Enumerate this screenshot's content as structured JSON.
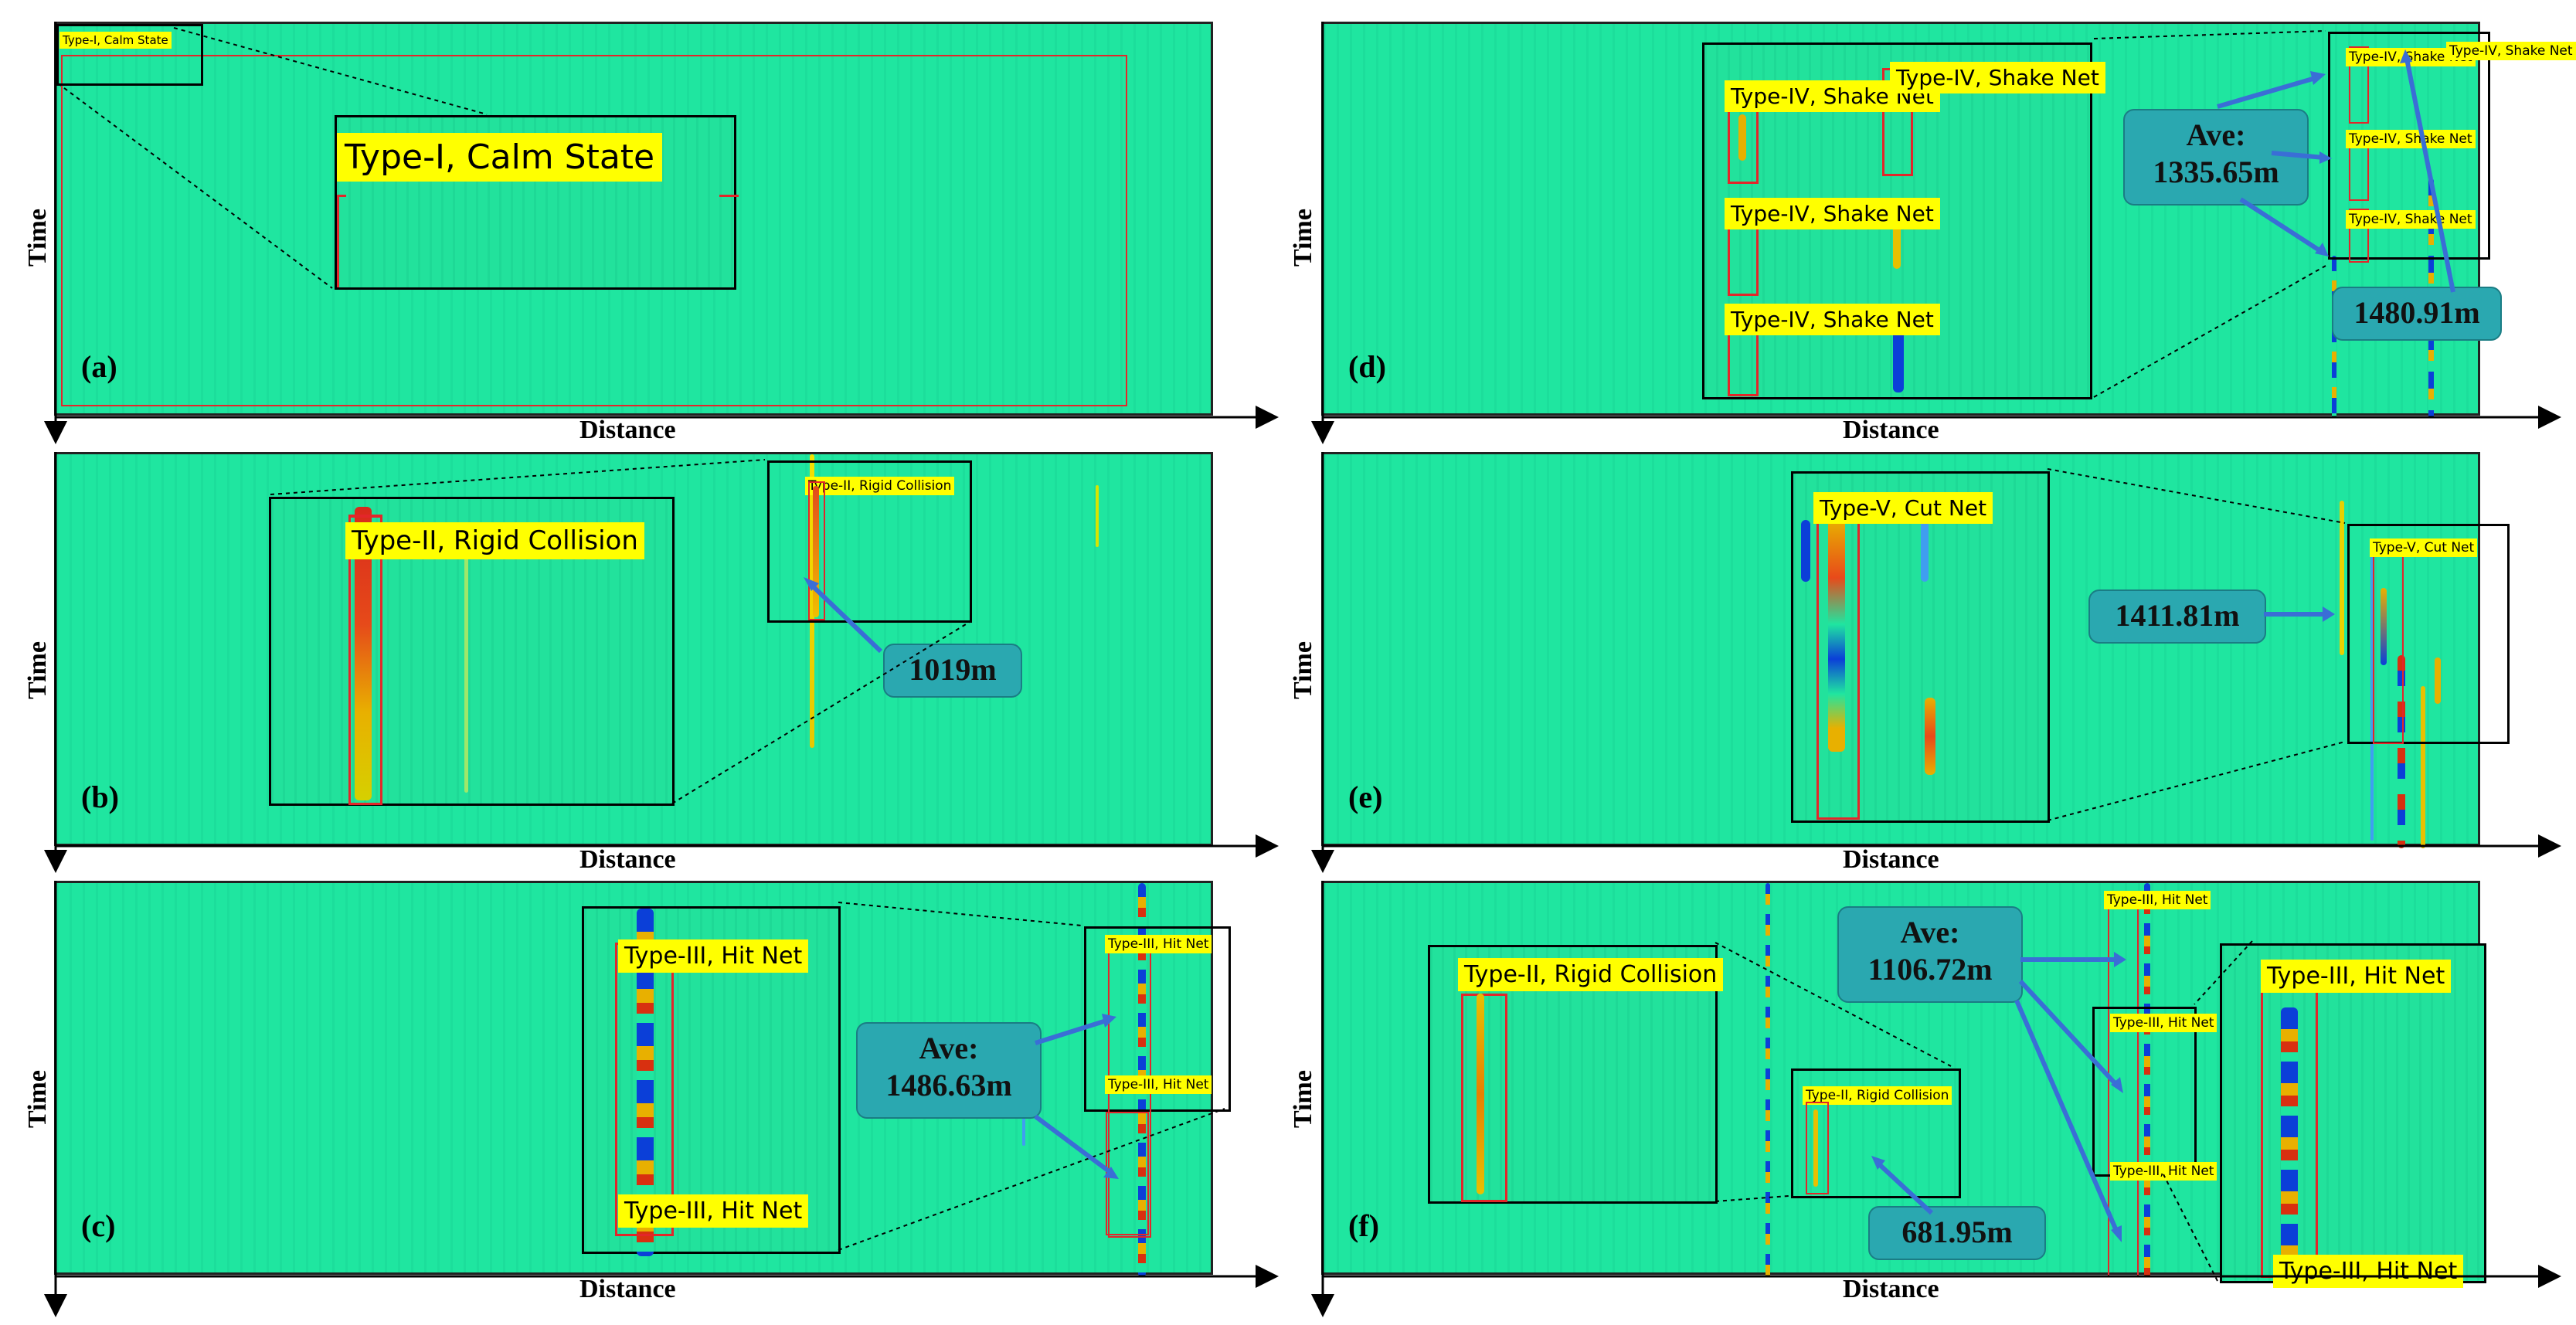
{
  "axes": {
    "time": "Time",
    "distance": "Distance"
  },
  "panels": {
    "a": {
      "label": "(a)",
      "tag_small": "Type-I, Calm State",
      "tag_big": "Type-I, Calm State"
    },
    "b": {
      "label": "(b)",
      "tag_small": "Type-II, Rigid Collision",
      "tag_big": "Type-II, Rigid Collision",
      "callout": "1019m"
    },
    "c": {
      "label": "(c)",
      "tag_small_1": "Type-III, Hit Net",
      "tag_small_2": "Type-III, Hit Net",
      "tag_big_1": "Type-III, Hit Net",
      "tag_big_2": "Type-III, Hit Net",
      "callout_1": "Ave:",
      "callout_2": "1486.63m"
    },
    "d": {
      "label": "(d)",
      "tag_small_1": "Type-IV, Shake Net",
      "tag_small_2": "Type-IV, Shake Net",
      "tag_small_3": "Type-IV, Shake Net",
      "tag_small_4": "Type-IV, Shake Net",
      "tag_big_1": "Type-IV, Shake Net",
      "tag_big_2": "Type-IV, Shake Net",
      "tag_big_3": "Type-IV, Shake Net",
      "tag_big_4": "Type-IV, Shake Net",
      "callout_ave_1": "Ave:",
      "callout_ave_2": "1335.65m",
      "callout_2": "1480.91m"
    },
    "e": {
      "label": "(e)",
      "tag_small": "Type-V, Cut Net",
      "tag_big": "Type-V, Cut Net",
      "callout": "1411.81m"
    },
    "f": {
      "label": "(f)",
      "tag_rigid_small": "Type-II, Rigid Collision",
      "tag_rigid_big": "Type-II, Rigid Collision",
      "tag_hit_small_1": "Type-III, Hit Net",
      "tag_hit_small_2": "Type-III, Hit Net",
      "tag_hit_small_3": "Type-III, Hit Net",
      "tag_hit_big_1": "Type-III, Hit Net",
      "tag_hit_big_2": "Type-III, Hit Net",
      "callout_ave_1": "Ave:",
      "callout_ave_2": "1106.72m",
      "callout_2": "681.95m"
    }
  }
}
